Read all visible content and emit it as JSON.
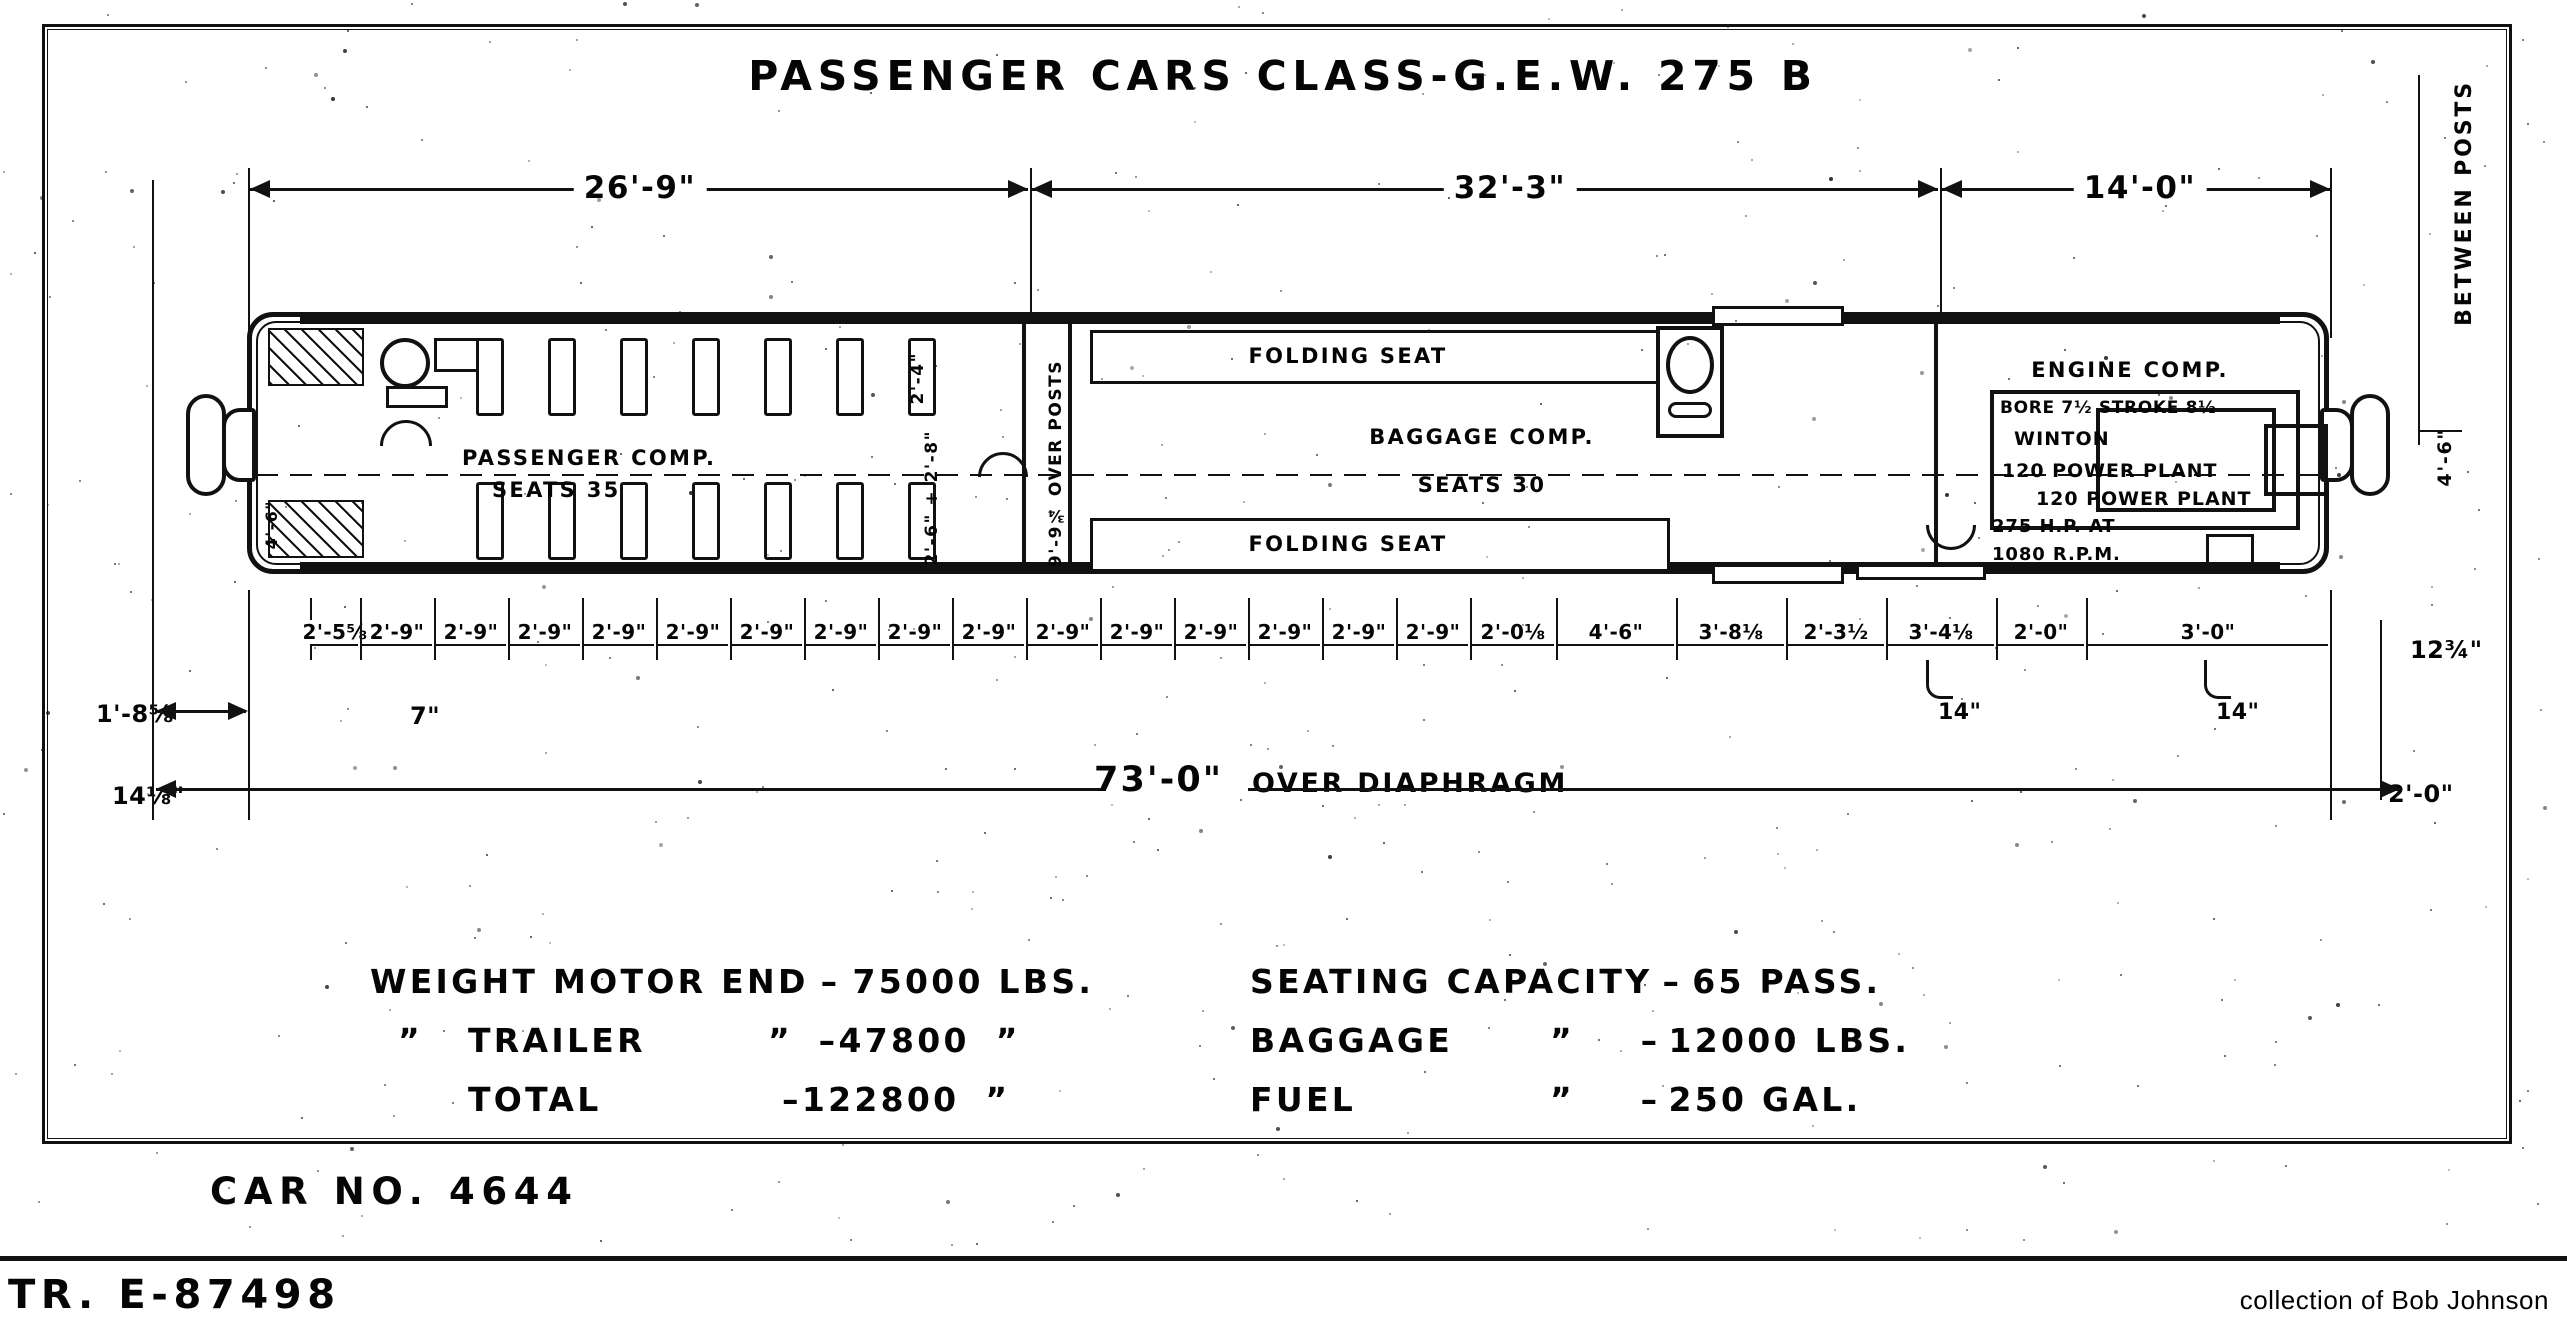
{
  "drawing": {
    "title": "PASSENGER  CARS  CLASS-G.E.W. 275 B",
    "car_number": "CAR NO. 4644",
    "tr_number": "TR.  E-87498",
    "credit": "collection of Bob Johnson"
  },
  "top_dimensions": [
    {
      "label": "26'-9\""
    },
    {
      "label": "32'-3\""
    },
    {
      "label": "14'-0\""
    }
  ],
  "right_vertical_note": "BETWEEN POSTS",
  "overall_dimension": {
    "value": "73'-0\"",
    "note": "OVER DIAPHRAGM"
  },
  "compartments": {
    "passenger": {
      "name": "PASSENGER COMP.",
      "seats": "SEATS 35"
    },
    "baggage": {
      "name": "BAGGAGE COMP.",
      "seats": "SEATS 30"
    },
    "engine": {
      "name": "ENGINE COMP.",
      "bore_stroke": "BORE 7½ STROKE 8½",
      "maker": "WINTON",
      "model": "120 POWER PLANT",
      "rating_line1": "275 H.P. AT",
      "rating_line2": "1080 R.P.M."
    },
    "folding_seat_top": "FOLDING SEAT",
    "folding_seat_bottom": "FOLDING SEAT"
  },
  "interior_vertical_dims": {
    "seat_height": "2'-4\"",
    "aisle": "2'-6\" + 2'-8\"",
    "over_posts": "9'-9¾ OVER POSTS",
    "left_height": "4'-6\"",
    "right_height": "4'-6\""
  },
  "bottom_dimension_chain": [
    "2'-5⅝",
    "2'-9\"",
    "2'-9\"",
    "2'-9\"",
    "2'-9\"",
    "2'-9\"",
    "2'-9\"",
    "2'-9\"",
    "2'-9\"",
    "2'-9\"",
    "2'-9\"",
    "2'-9\"",
    "2'-9\"",
    "2'-9\"",
    "2'-9\"",
    "2'-9\"",
    "2'-0⅛",
    "4'-6\"",
    "3'-8⅛",
    "2'-3½",
    "3'-4⅛",
    "2'-0\"",
    "3'-0\""
  ],
  "bottom_notes": {
    "left_edge": "1'-8⅝",
    "left_lower": "14⅛\"",
    "seven": "7\"",
    "right_edge": "12¾\"",
    "right_lower": "2'-0\"",
    "leader_1": "14\"",
    "leader_2": "14\""
  },
  "specifications": {
    "left_column": [
      {
        "label": "WEIGHT MOTOR END",
        "value": "75000 LBS.",
        "ditto": false
      },
      {
        "label": "TRAILER",
        "value": "47800",
        "ditto": true
      },
      {
        "label": "TOTAL",
        "value": "122800",
        "ditto": true
      }
    ],
    "right_column": [
      {
        "label": "SEATING CAPACITY",
        "value": "65  PASS.",
        "ditto": false
      },
      {
        "label": "BAGGAGE",
        "value": "12000 LBS.",
        "ditto": true
      },
      {
        "label": "FUEL",
        "value": "250 GAL.",
        "ditto": true
      }
    ],
    "ditto_mark": "”",
    "dash": "–"
  },
  "colors": {
    "ink": "#111111",
    "paper": "#ffffff"
  }
}
